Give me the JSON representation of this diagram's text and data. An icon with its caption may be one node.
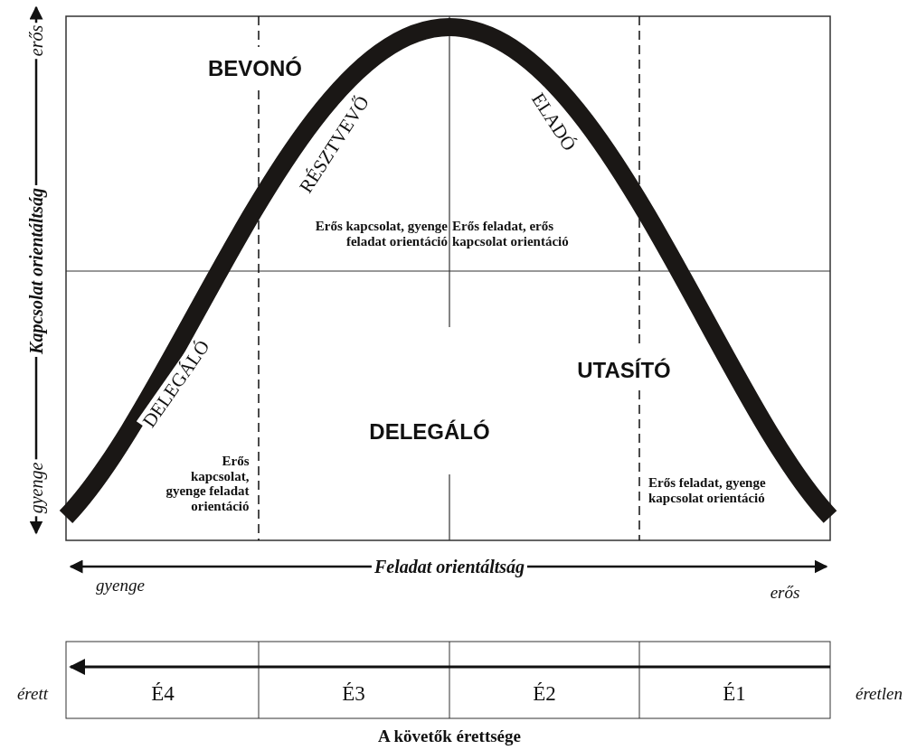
{
  "diagram": {
    "labels": [
      "erős",
      "BEVONÓ",
      "RÉSZTVEVŐ",
      "ELADÓ",
      "Kapcsolat orientáltság",
      "Erős kapcsolat, gyenge feladat orientáció",
      "Erős feladat, erős kapcsolat orientáció",
      "DELEGÁLÓ",
      "UTASÍTÓ",
      "DELEGÁLÓ",
      "gyenge",
      "Erős kapcsolat, gyenge feladat orientáció",
      "Erős feladat, gyenge kapcsolat orientáció",
      "Feladat orientáltság",
      "gyenge",
      "erős",
      "érett",
      "É4",
      "É3",
      "É2",
      "É1",
      "éretlen",
      "A követők érettsége"
    ]
  }
}
